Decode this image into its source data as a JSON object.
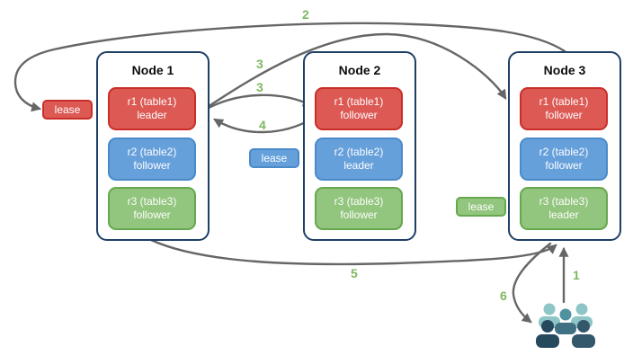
{
  "palette": {
    "node_border": "#1e3f66",
    "arrow": "#666666",
    "step_number": "#7cb861",
    "red": {
      "fill": "#dc5954",
      "border": "#cb2e28"
    },
    "blue": {
      "fill": "#66a0db",
      "border": "#4a8ac9"
    },
    "green": {
      "fill": "#92c57d",
      "border": "#66a84e"
    }
  },
  "nodes": [
    {
      "title": "Node 1",
      "replicas": [
        {
          "name": "r1 (table1)",
          "role": "leader",
          "color": "red"
        },
        {
          "name": "r2 (table2)",
          "role": "follower",
          "color": "blue"
        },
        {
          "name": "r3 (table3)",
          "role": "follower",
          "color": "green"
        }
      ]
    },
    {
      "title": "Node 2",
      "replicas": [
        {
          "name": "r1 (table1)",
          "role": "follower",
          "color": "red"
        },
        {
          "name": "r2 (table2)",
          "role": "leader",
          "color": "blue"
        },
        {
          "name": "r3 (table3)",
          "role": "follower",
          "color": "green"
        }
      ]
    },
    {
      "title": "Node 3",
      "replicas": [
        {
          "name": "r1 (table1)",
          "role": "follower",
          "color": "red"
        },
        {
          "name": "r2 (table2)",
          "role": "follower",
          "color": "blue"
        },
        {
          "name": "r3 (table3)",
          "role": "leader",
          "color": "green"
        }
      ]
    }
  ],
  "leases": [
    {
      "label": "lease",
      "color": "red"
    },
    {
      "label": "lease",
      "color": "blue"
    },
    {
      "label": "lease",
      "color": "green"
    }
  ],
  "steps": {
    "s1": "1",
    "s2": "2",
    "s3a": "3",
    "s3b": "3",
    "s4": "4",
    "s5": "5",
    "s6": "6"
  },
  "edges": [
    {
      "step": "1",
      "from": "clients",
      "to": "node3-bottom"
    },
    {
      "step": "2",
      "from": "node3-top",
      "to": "lease-red"
    },
    {
      "step": "3",
      "from": "node1-r1-leader",
      "to": "node3-r1-follower"
    },
    {
      "step": "3",
      "from": "node1-r1-leader",
      "to": "node2-r1-follower"
    },
    {
      "step": "4",
      "from": "node2-r1",
      "to": "node1-r1-leader"
    },
    {
      "step": "5",
      "from": "node1-bottom",
      "to": "node3-bottom"
    },
    {
      "step": "6",
      "from": "node3-bottom",
      "to": "clients"
    }
  ],
  "icon_colors": {
    "back": "#8ec6c7",
    "middle_head": "#4f93a2",
    "middle_body": "#3f7083",
    "front_left": "#26495e",
    "front_right": "#33576b"
  }
}
